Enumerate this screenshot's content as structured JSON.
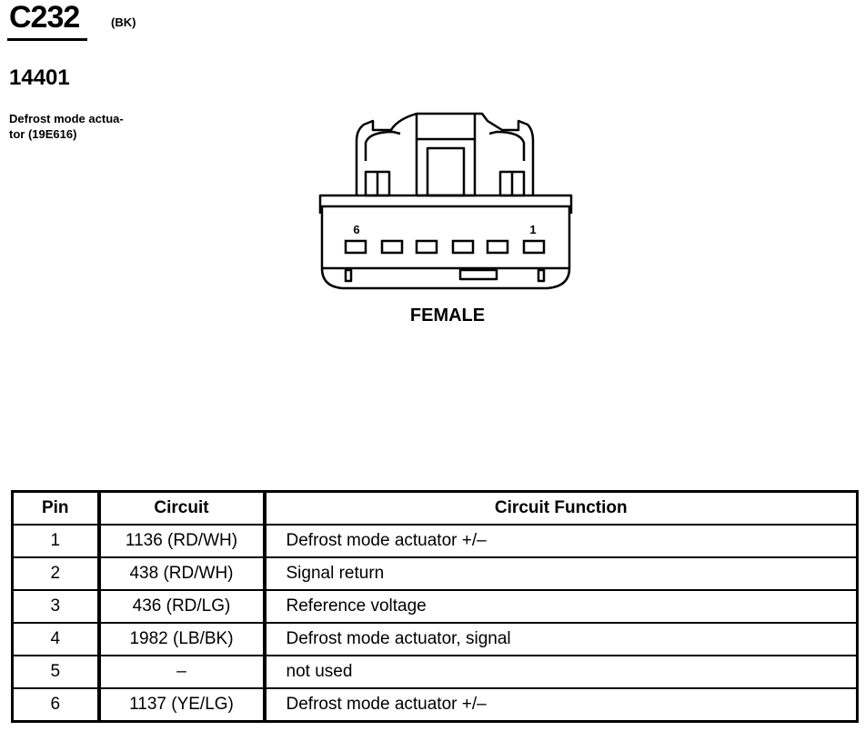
{
  "connector": {
    "id": "C232",
    "color_code": "(BK)",
    "part_number": "14401",
    "description_lines": [
      "Defrost mode actua-",
      "tor (19E616)"
    ],
    "gender": "FEMALE",
    "pin_label_left": "6",
    "pin_label_right": "1"
  },
  "table": {
    "headers": {
      "pin": "Pin",
      "circuit": "Circuit",
      "function": "Circuit Function"
    },
    "rows": [
      {
        "pin": "1",
        "circuit": "1136 (RD/WH)",
        "function": "Defrost mode actuator  +/–"
      },
      {
        "pin": "2",
        "circuit": "438 (RD/WH)",
        "function": "Signal return"
      },
      {
        "pin": "3",
        "circuit": "436 (RD/LG)",
        "function": "Reference voltage"
      },
      {
        "pin": "4",
        "circuit": "1982 (LB/BK)",
        "function": "Defrost mode actuator, signal"
      },
      {
        "pin": "5",
        "circuit": "–",
        "function": "not used"
      },
      {
        "pin": "6",
        "circuit": "1137 (YE/LG)",
        "function": "Defrost mode actuator  +/–"
      }
    ]
  }
}
